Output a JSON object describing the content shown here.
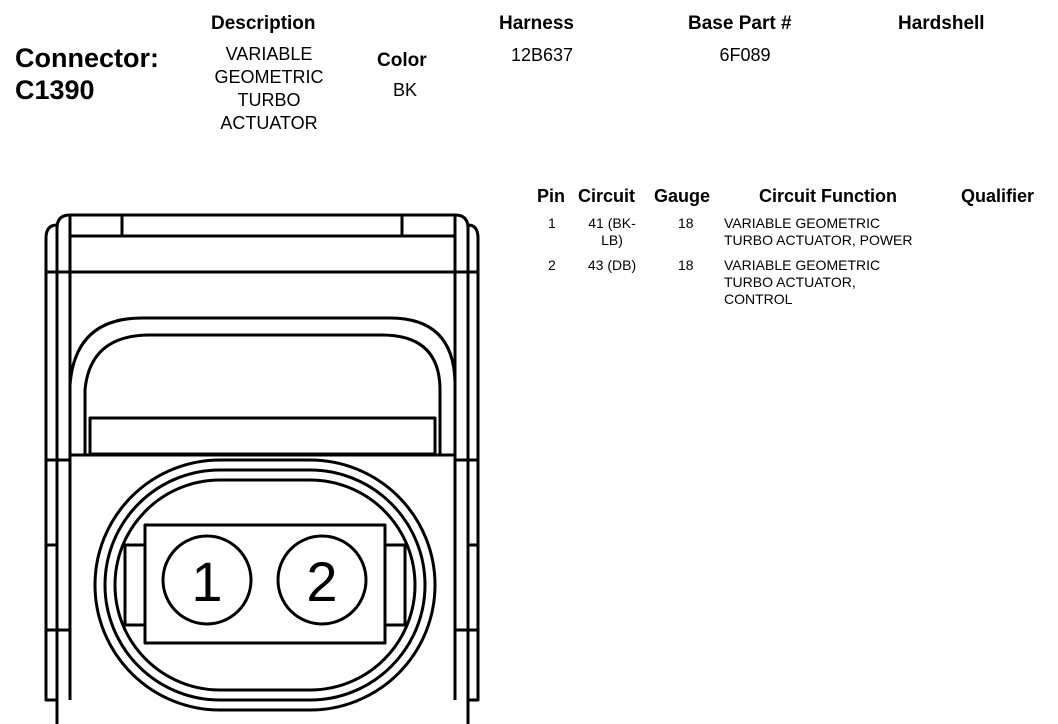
{
  "connector": {
    "label": "Connector:",
    "id": "C1390"
  },
  "info": {
    "description_header": "Description",
    "description_lines": [
      "VARIABLE",
      "GEOMETRIC",
      "TURBO",
      "ACTUATOR"
    ],
    "color_header": "Color",
    "color_value": "BK",
    "harness_header": "Harness",
    "harness_value": "12B637",
    "base_part_header": "Base Part #",
    "base_part_value": "6F089",
    "hardshell_header": "Hardshell"
  },
  "pin_table": {
    "headers": {
      "pin": "Pin",
      "circuit": "Circuit",
      "gauge": "Gauge",
      "function": "Circuit Function",
      "qualifier": "Qualifier"
    },
    "rows": [
      {
        "pin": "1",
        "circuit_lines": [
          "41 (BK-",
          "LB)"
        ],
        "gauge": "18",
        "function_lines": [
          "VARIABLE GEOMETRIC",
          "TURBO ACTUATOR, POWER"
        ]
      },
      {
        "pin": "2",
        "circuit_lines": [
          "43 (DB)"
        ],
        "gauge": "18",
        "function_lines": [
          "VARIABLE GEOMETRIC",
          "TURBO ACTUATOR,",
          "CONTROL"
        ]
      }
    ]
  },
  "diagram": {
    "pin_labels": [
      "1",
      "2"
    ]
  }
}
